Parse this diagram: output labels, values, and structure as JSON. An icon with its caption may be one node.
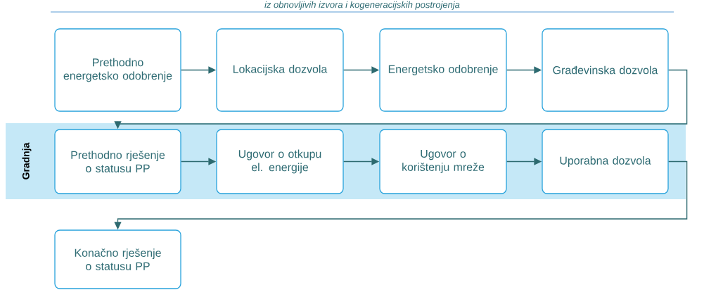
{
  "diagram": {
    "nodes": [
      {
        "text": [
          "Prethodno energetsko odobrenje"
        ]
      },
      {
        "text": [
          "Lokacijska dozvola"
        ]
      },
      {
        "text": [
          "Energetsko odobrenje"
        ]
      },
      {
        "text": [
          "Građevinska dozvola"
        ]
      },
      {
        "text": [
          "Gradnja"
        ]
      },
      {
        "text": [
          "Prethodno rješenje o statusu PP"
        ],
        "in": 4
      },
      {
        "text": [
          "Ugovor o otkupu el. energije"
        ],
        "in": 4
      },
      {
        "text": [
          "Ugovor o korištenju mreže"
        ],
        "in": 4
      },
      {
        "text": [
          "Uporabna dozvola"
        ],
        "in": 4
      },
      {
        "text": [
          "Konačno rješenje o statusu PP"
        ]
      }
    ],
    "edges": [
      {
        "from": 0,
        "to": 1,
        "arrow": "to"
      },
      {
        "from": 1,
        "to": 2,
        "arrow": "to"
      },
      {
        "from": 2,
        "to": 3,
        "arrow": "to"
      },
      {
        "from": 3,
        "to": 5,
        "arrow": "to"
      },
      {
        "from": 5,
        "to": 6,
        "arrow": "to"
      },
      {
        "from": 6,
        "to": 7,
        "arrow": "to"
      },
      {
        "from": 7,
        "to": 8,
        "arrow": "to"
      },
      {
        "from": 8,
        "to": 9,
        "arrow": "to"
      }
    ],
    "labels": [
      "iz obnovljivih izvora i kogeneracijskih postrojenja"
    ]
  }
}
